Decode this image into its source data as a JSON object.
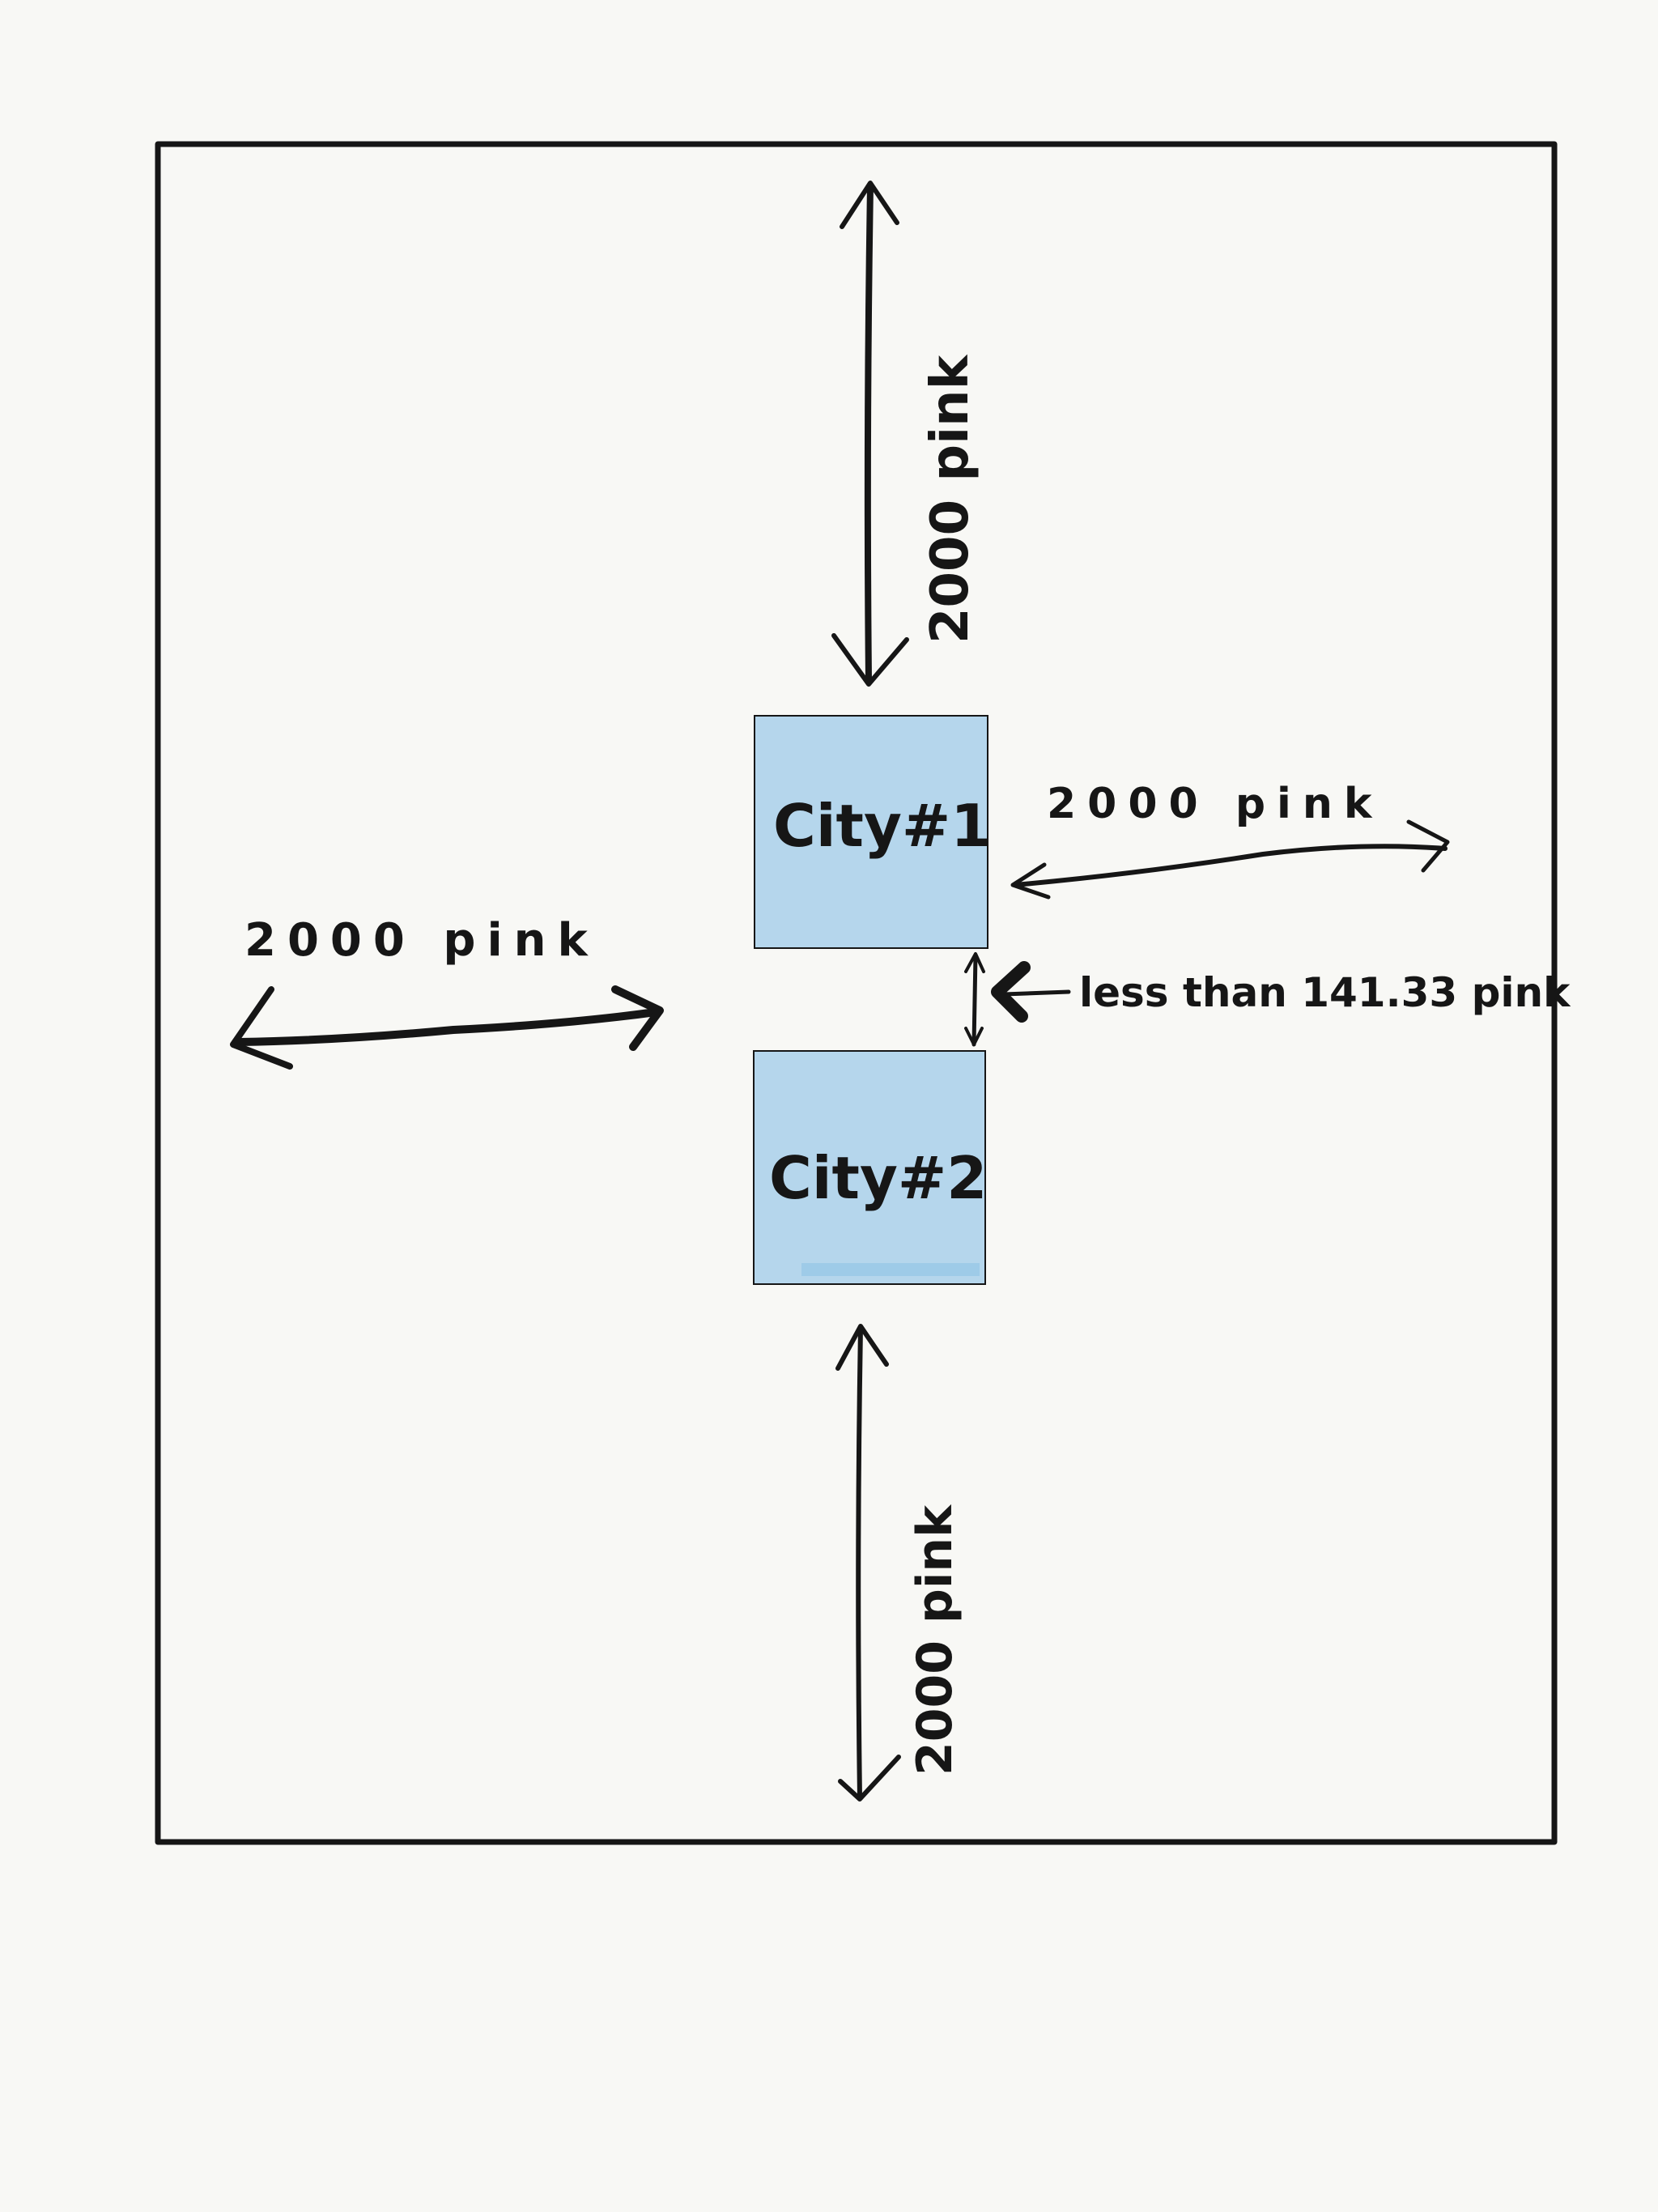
{
  "colors": {
    "background": "#f8f8f5",
    "ink": "#161616",
    "city_fill": "#b5d6ec",
    "city_edge": "#8fc3e6"
  },
  "cities": [
    {
      "label": "City#1"
    },
    {
      "label": "City#2"
    }
  ],
  "distances": {
    "top": "2000 pink",
    "bottom": "2000 pink",
    "right": "2000 pink",
    "left": "2000 pink",
    "between_cities": "less than 141.33 pink"
  }
}
